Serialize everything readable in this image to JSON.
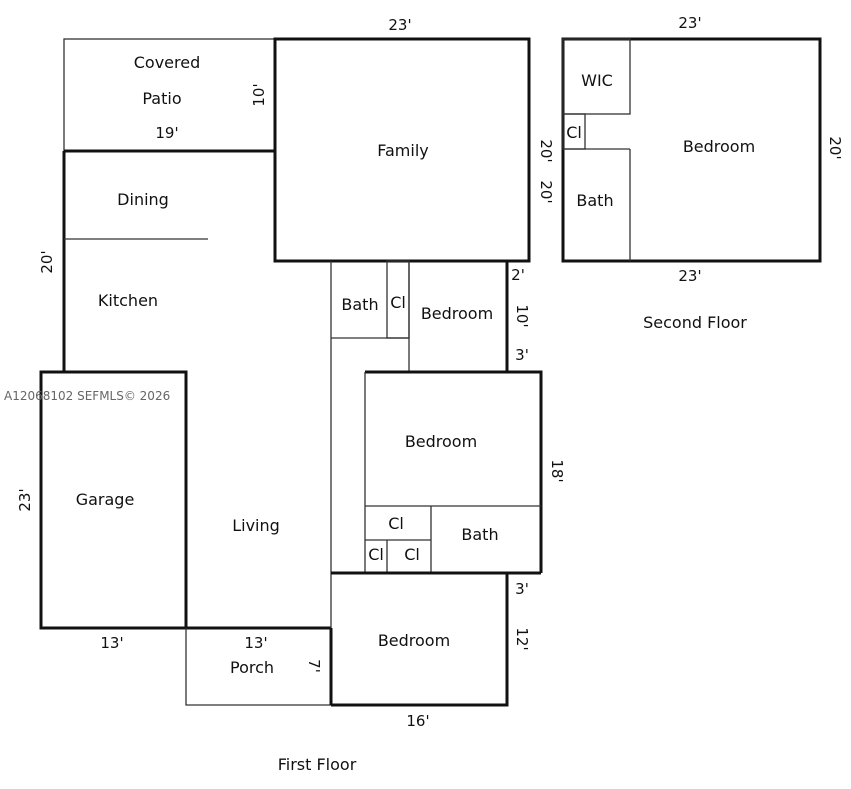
{
  "rooms": {
    "covered_patio_line1": "Covered",
    "covered_patio_line2": "Patio",
    "family": "Family",
    "dining": "Dining",
    "kitchen": "Kitchen",
    "garage": "Garage",
    "living": "Living",
    "porch": "Porch",
    "bath_1": "Bath",
    "closet_1": "Cl",
    "bedroom_1": "Bedroom",
    "bedroom_2": "Bedroom",
    "closet_2": "Cl",
    "closet_3": "Cl",
    "closet_4": "Cl",
    "bath_2": "Bath",
    "bedroom_3": "Bedroom",
    "wic": "WIC",
    "closet_5": "Cl",
    "bath_3": "Bath",
    "bedroom_4": "Bedroom"
  },
  "dimensions": {
    "family_top": "23'",
    "patio_depth": "10'",
    "patio_width": "19'",
    "family_right_1": "20'",
    "family_right_2": "20'",
    "dining_kitchen_left": "20'",
    "bedroom1_gap_top": "2'",
    "bedroom1_depth": "10'",
    "bedroom1_gap_bottom": "3'",
    "bedroom2_depth": "18'",
    "garage_left": "23'",
    "garage_bottom": "13'",
    "porch_top": "13'",
    "porch_depth": "7'",
    "bedroom3_gap_top": "3'",
    "bedroom3_depth": "12'",
    "bedroom3_width": "16'",
    "second_top": "23'",
    "second_right": "20'",
    "second_bottom": "23'"
  },
  "captions": {
    "first_floor": "First Floor",
    "second_floor": "Second Floor"
  },
  "watermark": "A12068102  SEFMLS© 2026"
}
